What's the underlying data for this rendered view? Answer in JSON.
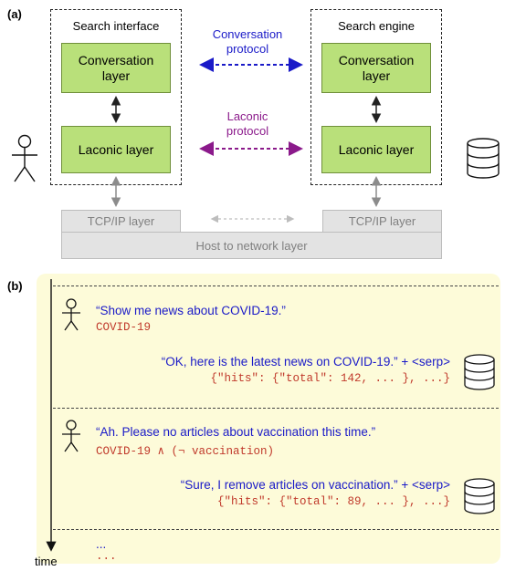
{
  "panel_a": {
    "label": "(a)",
    "left_box_title": "Search interface",
    "right_box_title": "Search engine",
    "left_conv_layer": "Conversation layer",
    "left_laconic_layer": "Laconic layer",
    "right_conv_layer": "Conversation layer",
    "right_laconic_layer": "Laconic layer",
    "conversation_protocol": "Conversation protocol",
    "laconic_protocol": "Laconic protocol",
    "tcp_left": "TCP/IP layer",
    "tcp_right": "TCP/IP layer",
    "host_layer": "Host to network layer",
    "colors": {
      "conversation": "#1a1ac8",
      "laconic": "#8b1a8b",
      "layer_fill": "#b9e07a"
    }
  },
  "panel_b": {
    "label": "(b)",
    "time_label": "time",
    "turns": [
      {
        "user_utterance": "“Show me news about COVID-19.”",
        "user_query": "COVID-19",
        "system_utterance": "“OK, here is the latest news on COVID-19.” + <serp>",
        "system_json": "{\"hits\": {\"total\": 142, ... }, ...}"
      },
      {
        "user_utterance": "“Ah. Please no articles about vaccination this time.”",
        "user_query": "COVID-19 ∧ (¬ vaccination)",
        "system_utterance": "“Sure, I remove articles on vaccination.” + <serp>",
        "system_json": "{\"hits\": {\"total\": 89, ... }, ...}"
      }
    ],
    "continuation_text": "...",
    "continuation_mono": "..."
  }
}
